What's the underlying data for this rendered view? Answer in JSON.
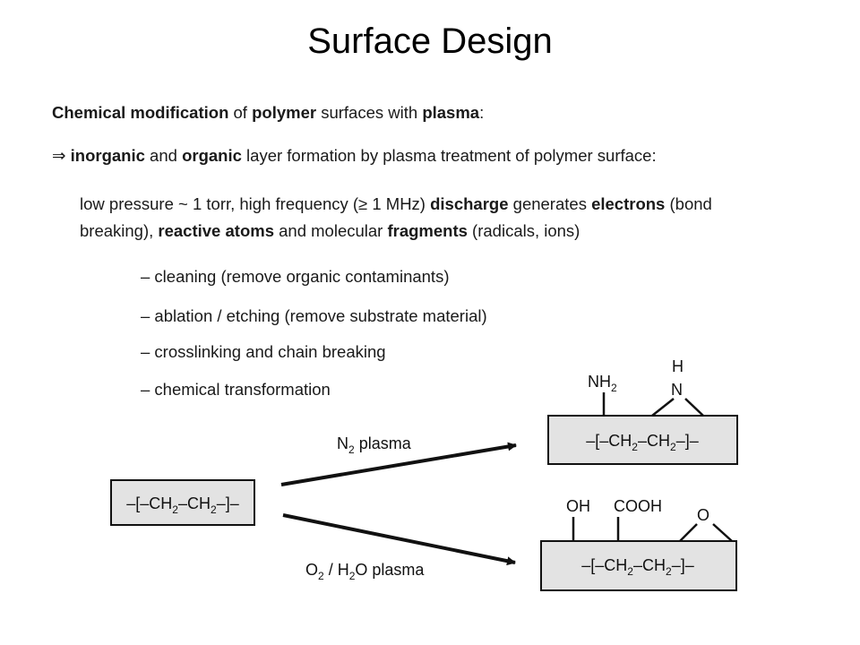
{
  "slide": {
    "title": "Surface Design"
  },
  "intro": {
    "p1": "Chemical modification",
    "p2": " of ",
    "p3": "polymer",
    "p4": " surfaces with ",
    "p5": "plasma",
    "p6": ":"
  },
  "arrow_line": {
    "symbol": "⇒",
    "p1": "inorganic",
    "p2": " and ",
    "p3": "organic",
    "p4": " layer formation by plasma treatment of polymer surface:"
  },
  "conditions": {
    "l1a": "low pressure ~ 1 torr, high frequency (≥ 1 MHz) ",
    "l1b": "discharge",
    "l1c": " generates ",
    "l1d": "electrons",
    "l1e": " (bond",
    "l2a": "breaking), ",
    "l2b": "reactive atoms",
    "l2c": " and molecular ",
    "l2d": "fragments",
    "l2e": " (radicals, ions)"
  },
  "effects": [
    "– cleaning (remove organic contaminants)",
    "– ablation / etching (remove substrate material)",
    "– crosslinking and chain breaking",
    "– chemical transformation"
  ],
  "diagram": {
    "source_polymer": {
      "a": "–[–CH",
      "s1": "2",
      "b": "–CH",
      "s2": "2",
      "c": "–]–"
    },
    "upper_arrow": {
      "a": "N",
      "s": "2",
      "b": " plasma"
    },
    "lower_arrow": {
      "a": "O",
      "s1": "2",
      "b": " / H",
      "s2": "2",
      "c": "O plasma"
    },
    "upper_product": {
      "polymer": {
        "a": "–[–CH",
        "s1": "2",
        "b": "–CH",
        "s2": "2",
        "c": "–]–"
      },
      "amine": {
        "a": "NH",
        "s": "2"
      },
      "aziridine_h": "H",
      "aziridine_n": "N"
    },
    "lower_product": {
      "polymer": {
        "a": "–[–CH",
        "s1": "2",
        "b": "–CH",
        "s2": "2",
        "c": "–]–"
      },
      "hydroxyl": "OH",
      "carboxyl": "COOH",
      "epoxide_o": "O"
    },
    "colors": {
      "box_fill": "#e3e3e3",
      "stroke": "#111111"
    }
  }
}
